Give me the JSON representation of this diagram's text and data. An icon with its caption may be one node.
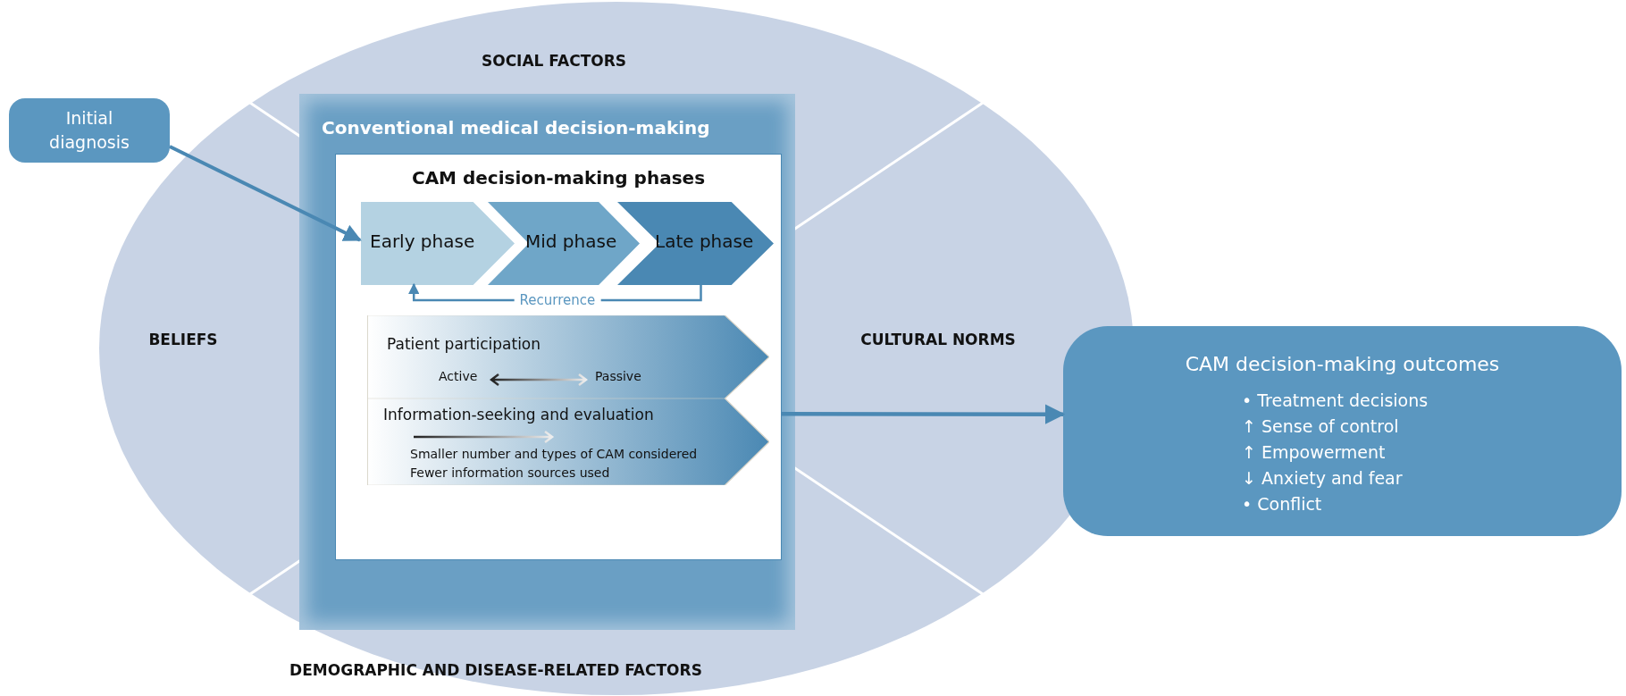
{
  "diagram": {
    "nodes": [
      {
        "text": [
          "Initial diagnosis"
        ]
      },
      {
        "text": [
          "SOCIAL FACTORS",
          "BELIEFS",
          "CULTURAL NORMS",
          "DEMOGRAPHIC AND DISEASE-RELATED FACTORS"
        ]
      },
      {
        "text": [
          "Conventional medical decision-making"
        ],
        "in": 1
      },
      {
        "text": [
          "CAM decision-making phases"
        ],
        "in": 2
      },
      {
        "text": [
          "Early phase"
        ],
        "in": 3
      },
      {
        "text": [
          "Mid phase"
        ],
        "in": 3
      },
      {
        "text": [
          "Late phase"
        ],
        "in": 3
      },
      {
        "text": [
          "Patient participation",
          "Active",
          "Passive"
        ],
        "in": 3
      },
      {
        "text": [
          "Information-seeking and evaluation",
          "Smaller number and types of CAM considered",
          "Fewer information sources used"
        ],
        "in": 3
      },
      {
        "text": [
          "CAM decision-making outcomes",
          "• Treatment decisions",
          "↑ Sense of control",
          "↑ Empowerment",
          "↓ Anxiety and fear",
          "• Conflict"
        ]
      }
    ],
    "edges": [
      {
        "from": 0,
        "to": 4,
        "arrow": "to"
      },
      {
        "from": 6,
        "to": 4,
        "arrow": "to",
        "label": "Recurrence"
      },
      {
        "from": 3,
        "to": 9,
        "arrow": "to"
      }
    ]
  }
}
